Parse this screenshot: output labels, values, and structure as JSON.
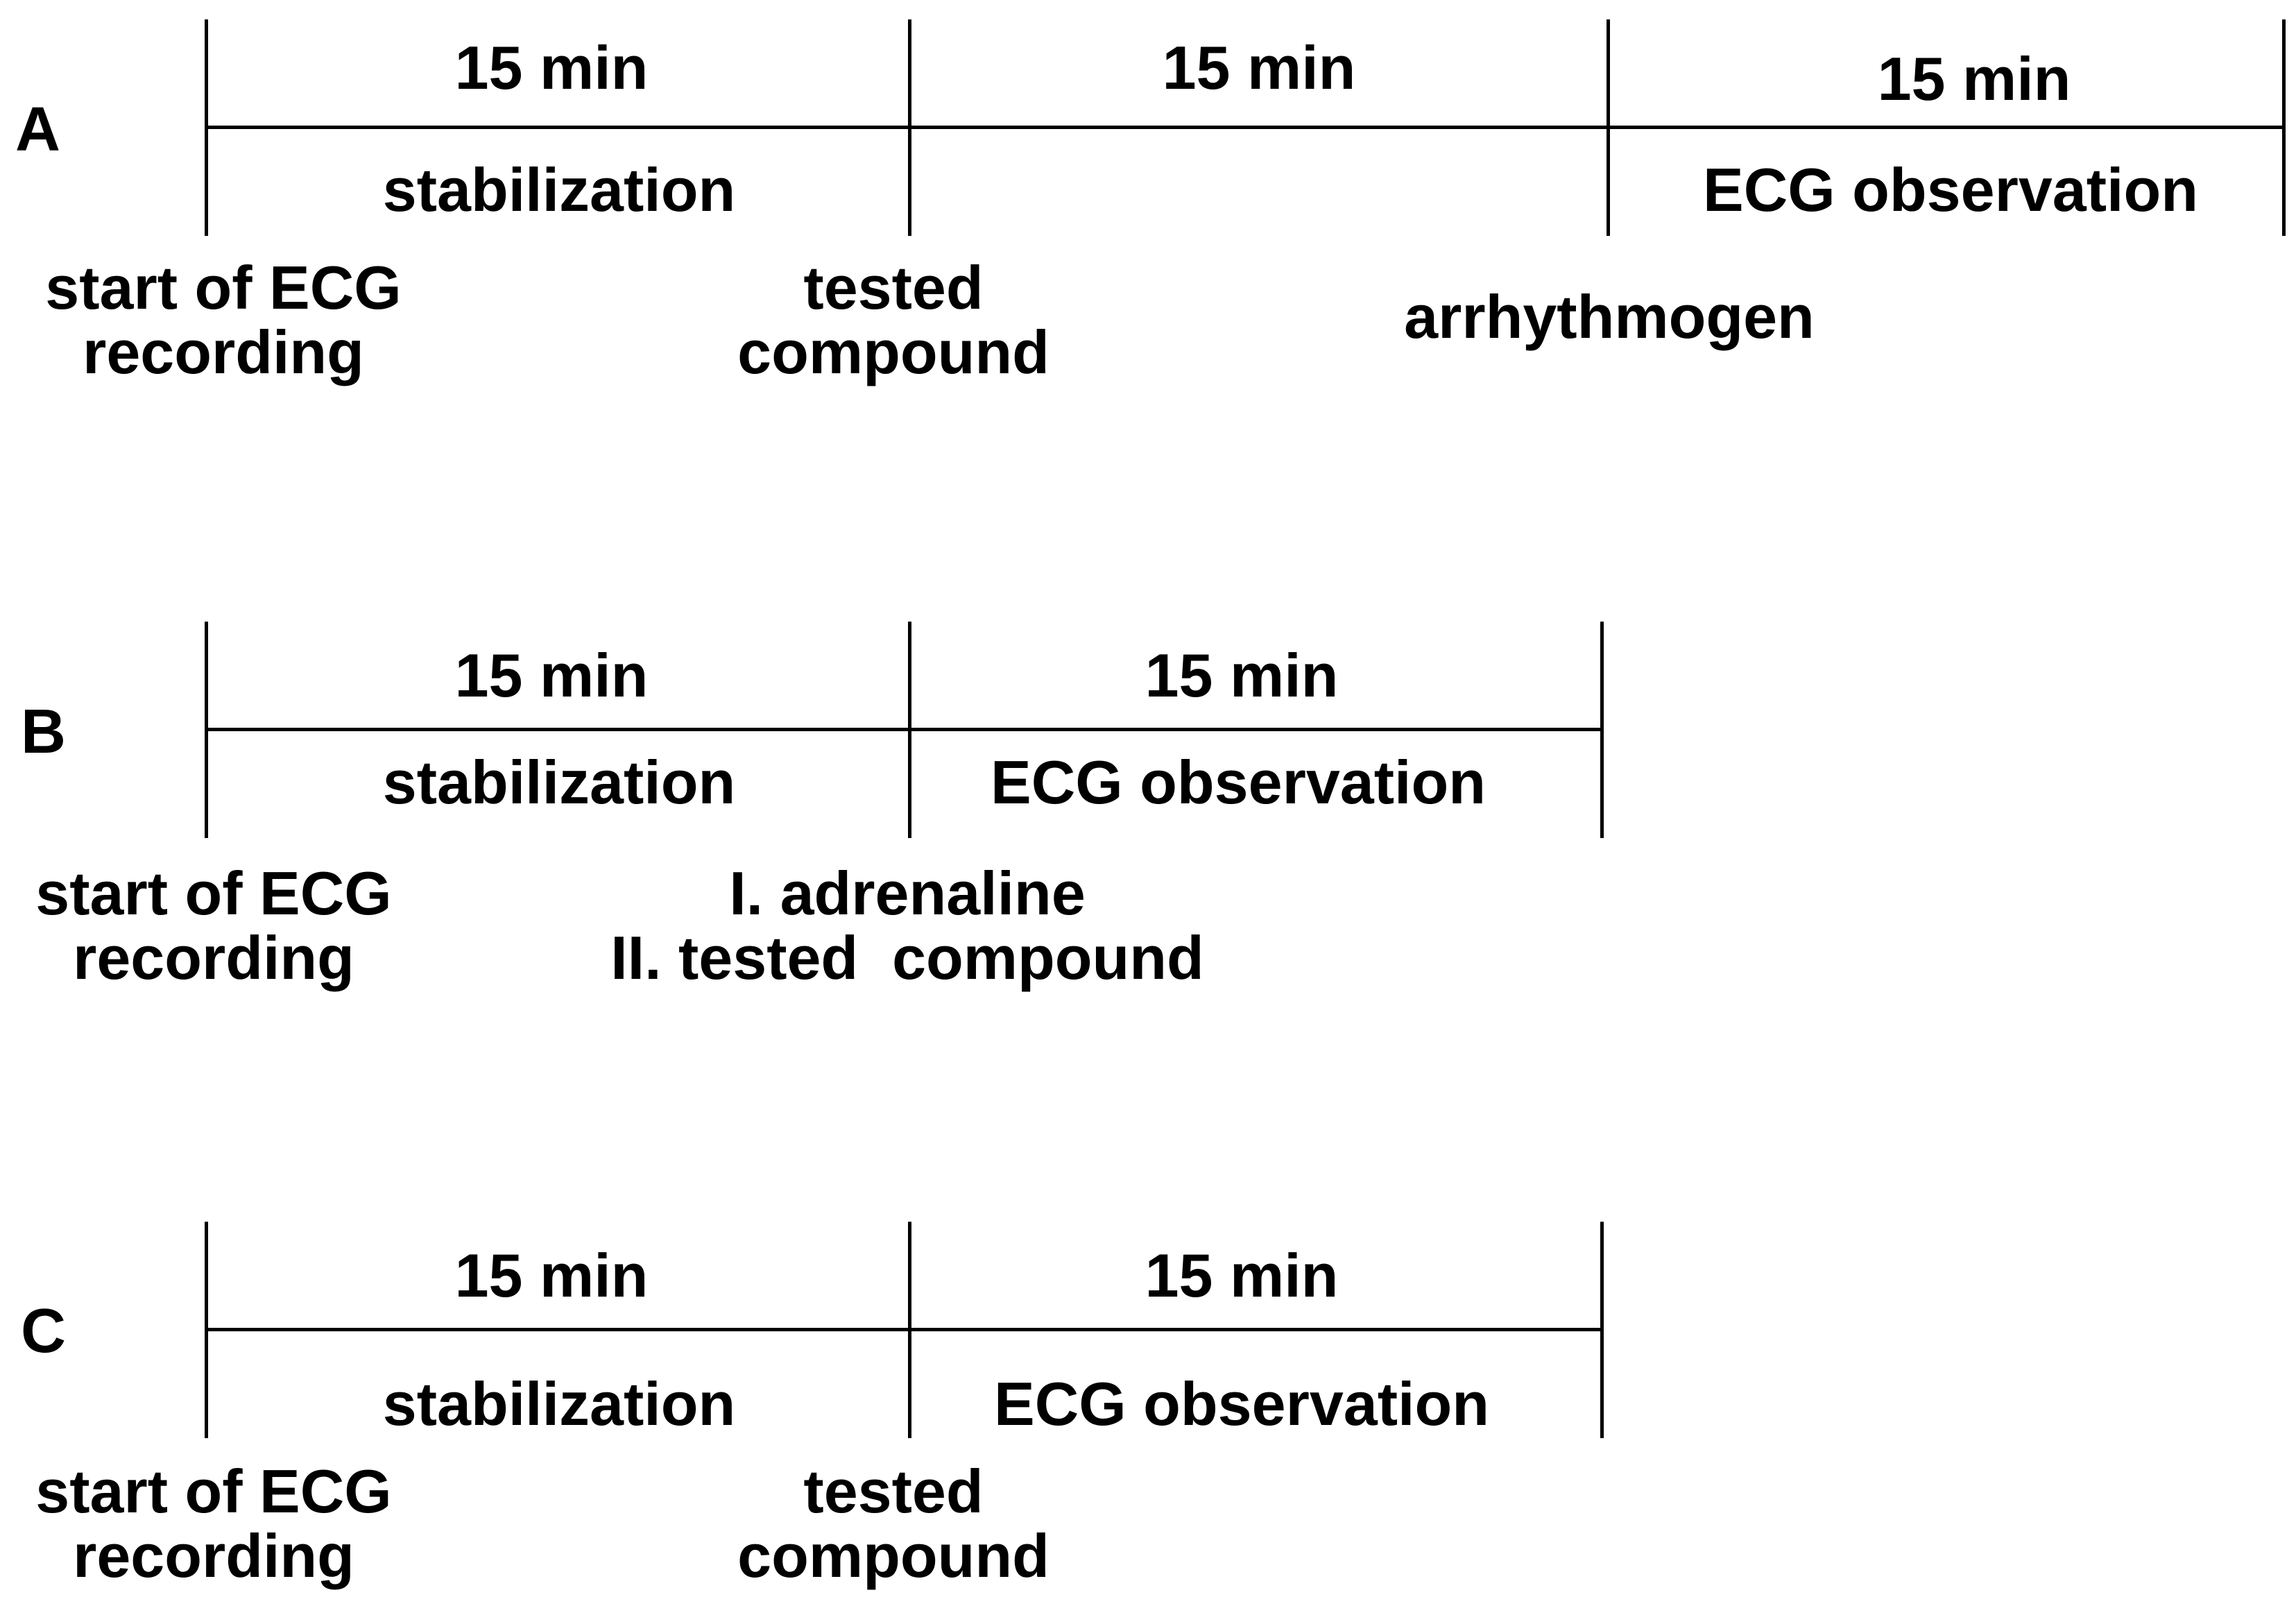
{
  "figure": {
    "colors": {
      "background": "#ffffff",
      "foreground": "#000000"
    },
    "panels": [
      {
        "label": "A",
        "segments": [
          {
            "duration": "15 min",
            "phase": "stabilization"
          },
          {
            "duration": "15 min",
            "phase": ""
          },
          {
            "duration": "15 min",
            "phase": "ECG observation"
          }
        ],
        "events": [
          "start of ECG\nrecording",
          "tested\ncompound",
          "arrhythmogen"
        ]
      },
      {
        "label": "B",
        "segments": [
          {
            "duration": "15 min",
            "phase": "stabilization"
          },
          {
            "duration": "15 min",
            "phase": "ECG observation"
          }
        ],
        "events": [
          "start of ECG\nrecording",
          "I. adrenaline\nII. tested  compound"
        ]
      },
      {
        "label": "C",
        "segments": [
          {
            "duration": "15 min",
            "phase": "stabilization"
          },
          {
            "duration": "15 min",
            "phase": "ECG observation"
          }
        ],
        "events": [
          "start of ECG\nrecording",
          "tested\ncompound"
        ]
      }
    ]
  }
}
